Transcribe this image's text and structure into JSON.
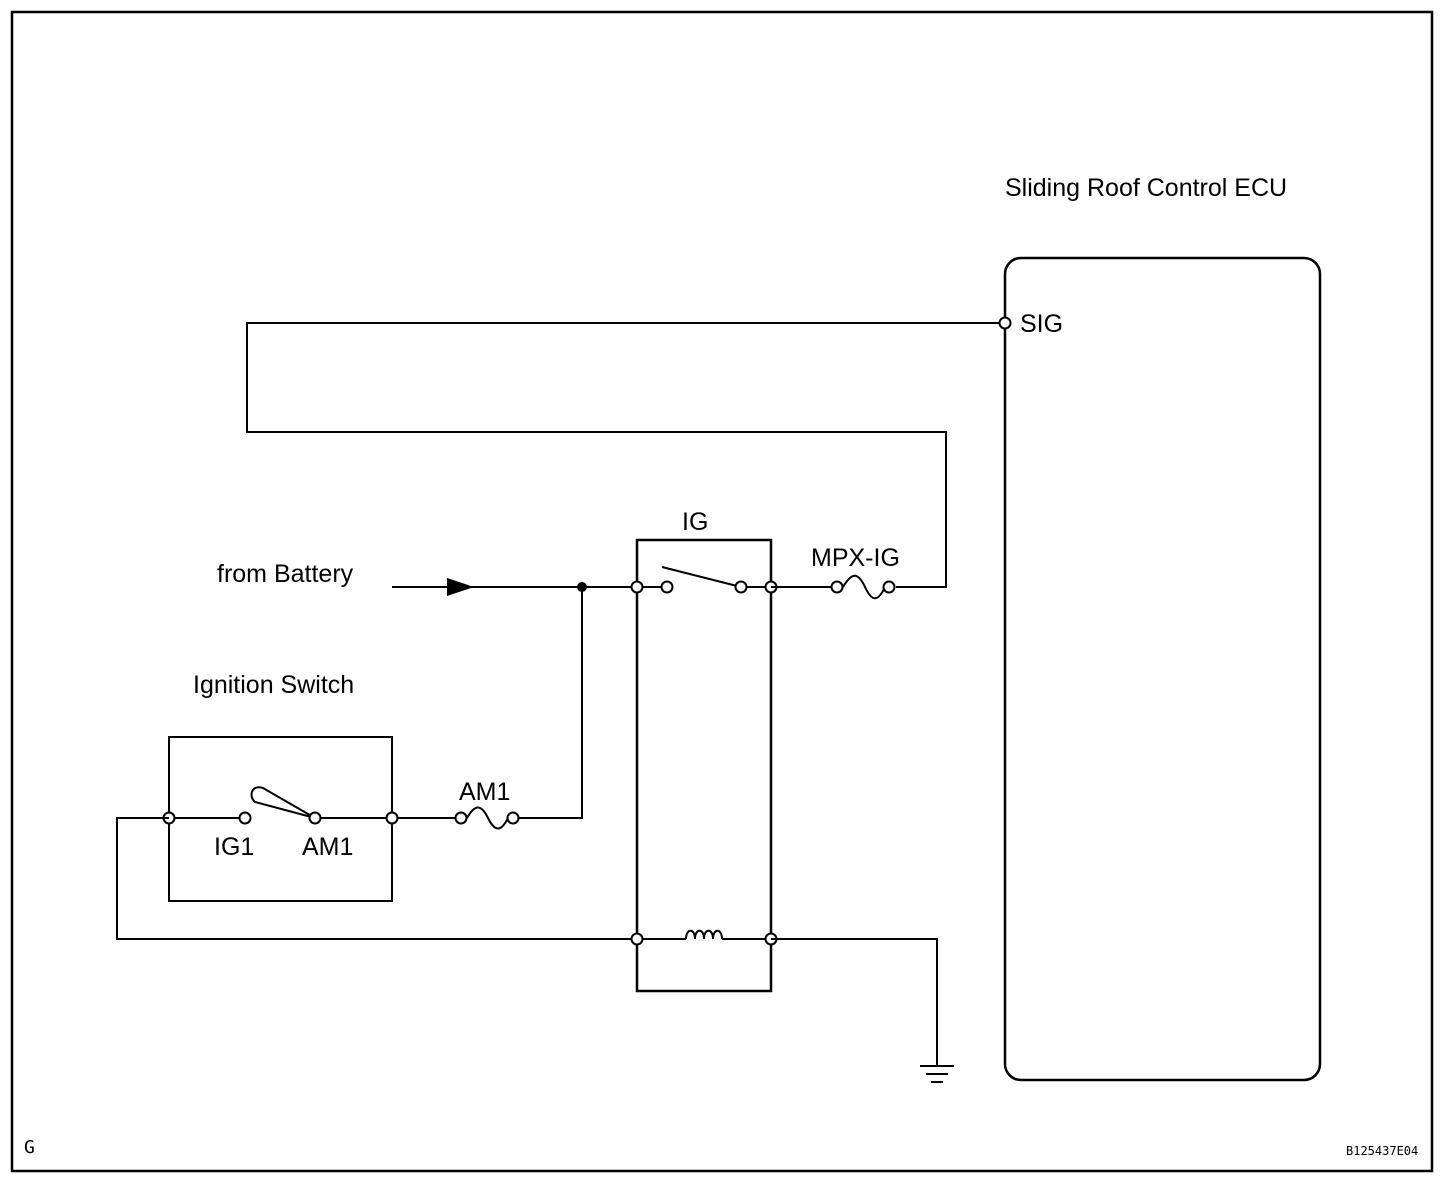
{
  "ecu": {
    "title": "Sliding Roof Control ECU",
    "sig_label": "SIG"
  },
  "relay": {
    "label": "IG"
  },
  "fuses": {
    "mpx_ig": "MPX-IG",
    "am1": "AM1"
  },
  "source": {
    "label": "from Battery"
  },
  "ignition_switch": {
    "title": "Ignition Switch",
    "ig1_label": "IG1",
    "am1_label": "AM1"
  },
  "footer": {
    "corner_letter": "G",
    "figure_code": "B125437E04"
  }
}
